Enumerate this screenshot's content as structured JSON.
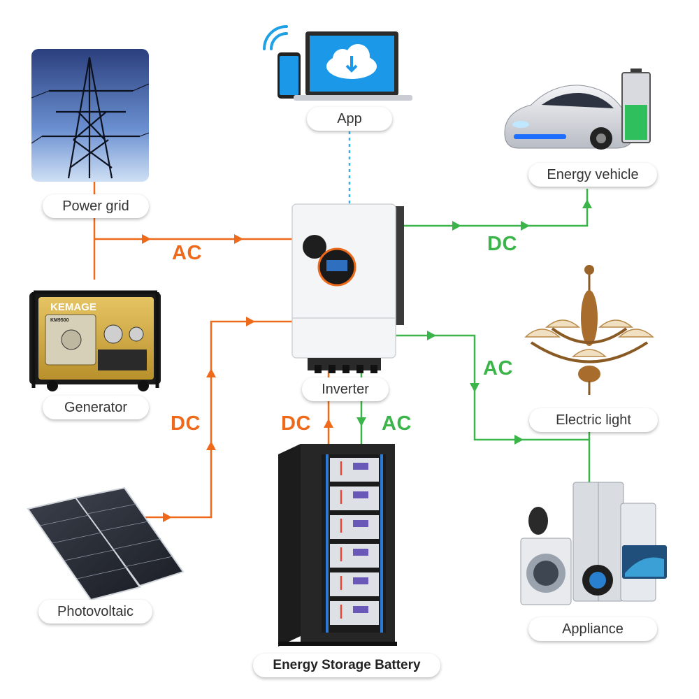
{
  "nodes": {
    "power_grid": "Power grid",
    "generator": "Generator",
    "photovoltaic": "Photovoltaic",
    "app": "App",
    "inverter": "Inverter",
    "battery": "Energy Storage Battery",
    "energy_vehicle": "Energy vehicle",
    "electric_light": "Electric light",
    "appliance": "Appliance"
  },
  "flows": {
    "grid_ac": "AC",
    "pv_dc": "DC",
    "battery_dc": "DC",
    "battery_ac": "AC",
    "vehicle_dc": "DC",
    "load_ac": "AC"
  },
  "generator_brand": "KEMAGE",
  "generator_model": "KM9500",
  "colors": {
    "ac_input": "#ee6a1a",
    "dc_output": "#3bb54a",
    "app_link": "#3aaee0"
  }
}
